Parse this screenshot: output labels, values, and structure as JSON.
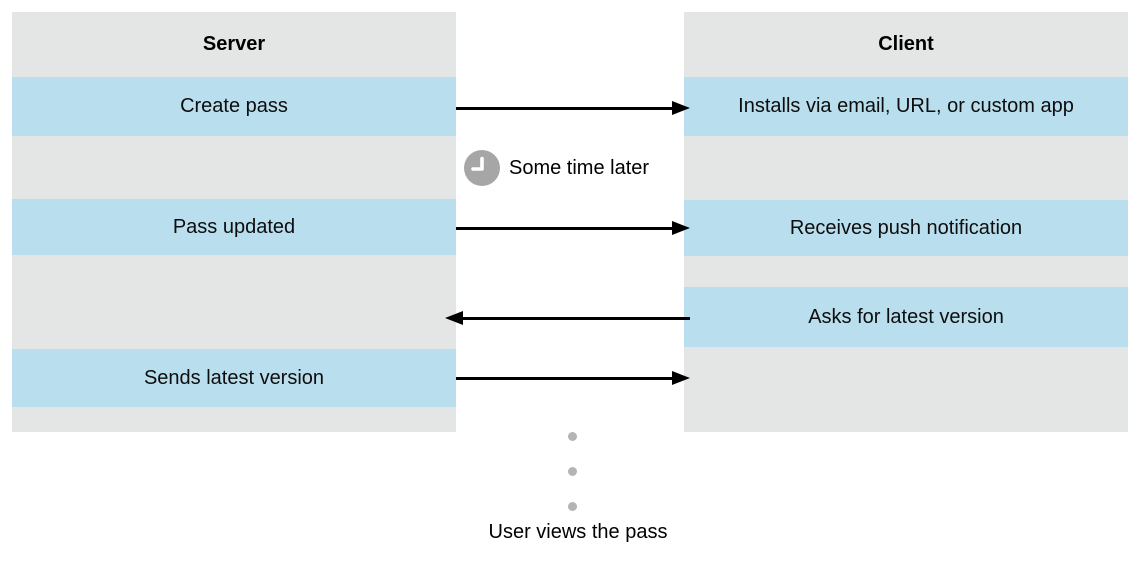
{
  "columns": {
    "server": {
      "title": "Server",
      "rows": [
        "Create pass",
        "Pass updated",
        "Sends latest version"
      ]
    },
    "client": {
      "title": "Client",
      "rows": [
        "Installs via email, URL, or custom app",
        "Receives push notification",
        "Asks for latest version"
      ]
    }
  },
  "annotations": {
    "some_time_later": "Some time later",
    "user_views_pass": "User views the pass"
  },
  "icons": {
    "time_delay": "clock-icon",
    "continuation": "vertical-ellipsis-dots"
  },
  "arrows": [
    {
      "direction": "right",
      "from": "Create pass",
      "to": "Installs via email, URL, or custom app"
    },
    {
      "direction": "right",
      "from": "Pass updated",
      "to": "Receives push notification"
    },
    {
      "direction": "left",
      "from": "Asks for latest version",
      "to": "Server"
    },
    {
      "direction": "right",
      "from": "Sends latest version",
      "to": "Client"
    }
  ],
  "colors": {
    "row_gray": "#e4e6e5",
    "row_blue": "#b9dfee",
    "clock_gray": "#a6a6a6",
    "dot_gray": "#b4b4b4",
    "arrow_black": "#000000"
  }
}
